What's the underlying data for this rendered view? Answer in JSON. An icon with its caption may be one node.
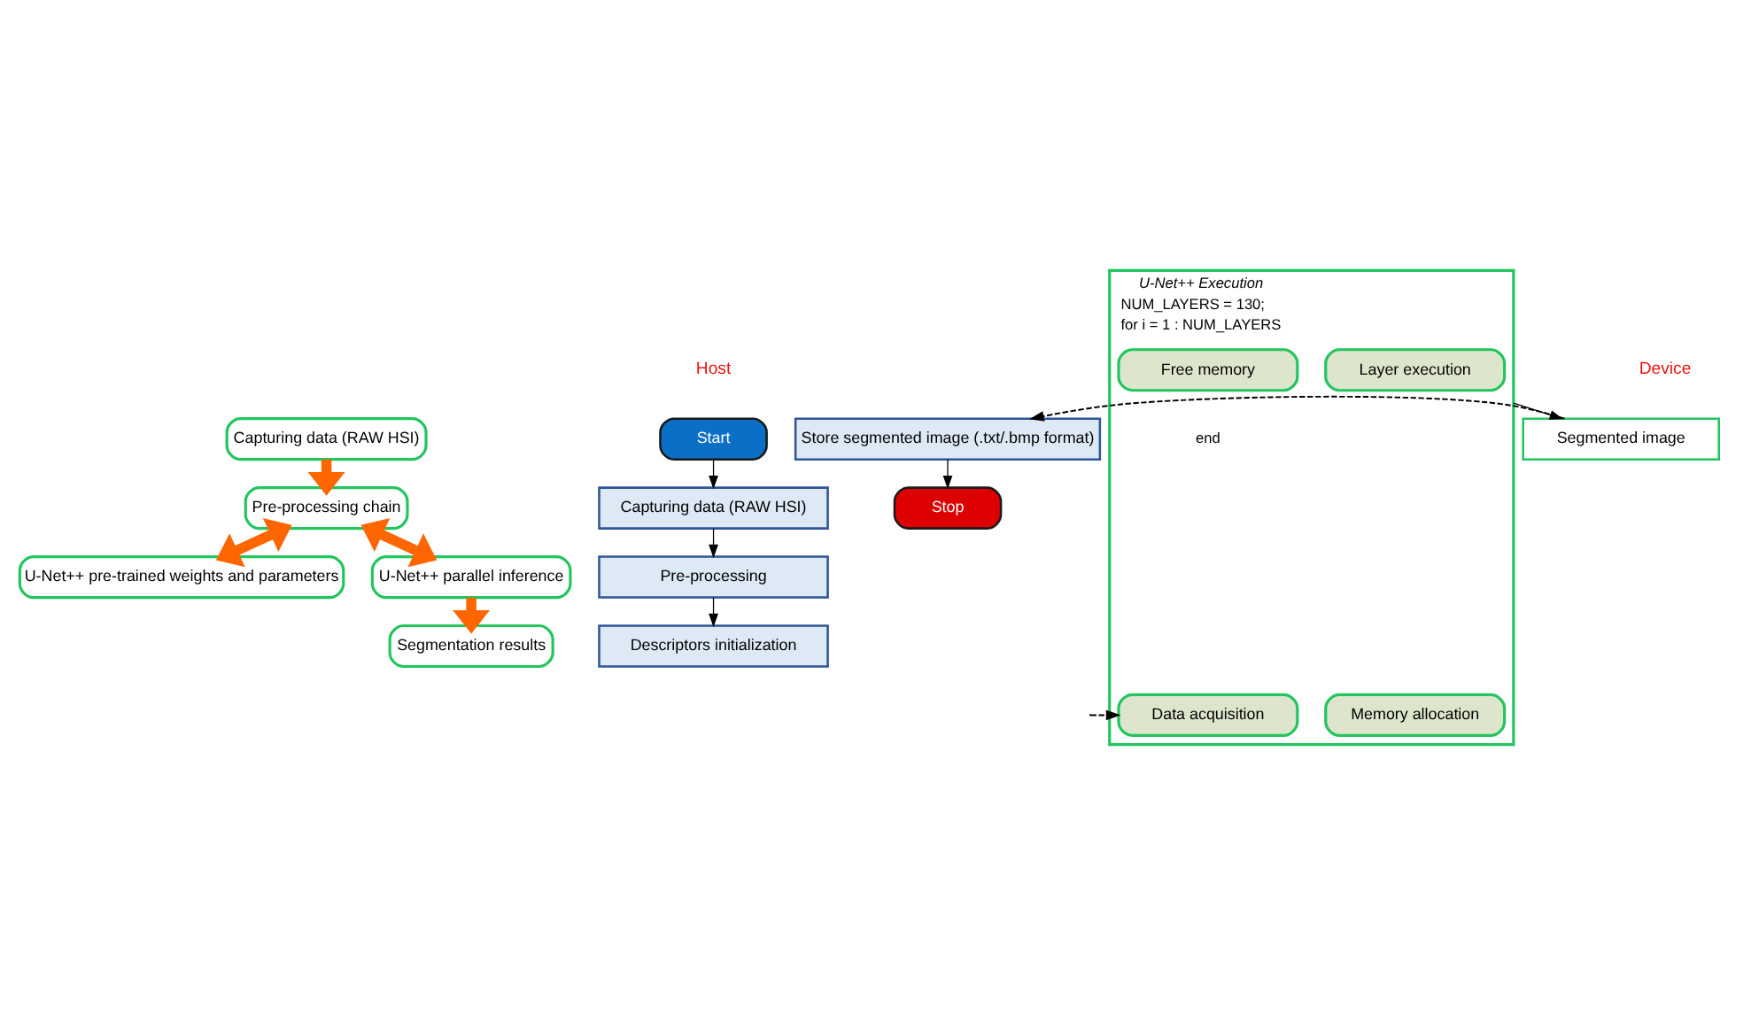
{
  "diagram": {
    "nodes": [
      {
        "text": [
          "Capturing data (RAW HSI)"
        ]
      },
      {
        "text": [
          "Pre-processing chain"
        ]
      },
      {
        "text": [
          "U-Net++ pre-trained weights and parameters"
        ]
      },
      {
        "text": [
          "U-Net++ parallel inference"
        ]
      },
      {
        "text": [
          "Segmentation results"
        ]
      },
      {
        "text": [
          "Start"
        ]
      },
      {
        "text": [
          "Capturing data (RAW HSI)"
        ]
      },
      {
        "text": [
          "Pre-processing"
        ]
      },
      {
        "text": [
          "Descriptors initialization"
        ]
      },
      {
        "text": [
          "Store segmented image (.txt/.bmp format)"
        ]
      },
      {
        "text": [
          "Stop"
        ]
      },
      {
        "text": [
          "U-Net++ Execution",
          "NUM_LAYERS = 130;",
          "for i = 1 : NUM_LAYERS",
          "end"
        ]
      },
      {
        "text": [
          "Memory allocation"
        ],
        "in": 11
      },
      {
        "text": [
          "Data acquisition"
        ],
        "in": 11
      },
      {
        "text": [
          "Layer execution"
        ],
        "in": 11
      },
      {
        "text": [
          "Free memory"
        ],
        "in": 11
      },
      {
        "text": [
          "Segmented image"
        ]
      }
    ],
    "edges": [
      {
        "from": 0,
        "to": 1,
        "arrow": "to",
        "style": "thick",
        "color": "#ff6600"
      },
      {
        "from": 1,
        "to": 3,
        "arrow": "both",
        "style": "thick",
        "color": "#ff6600"
      },
      {
        "from": 1,
        "to": 2,
        "arrow": "both",
        "style": "thick",
        "color": "#ff6600"
      },
      {
        "from": 3,
        "to": 4,
        "arrow": "to",
        "style": "thick",
        "color": "#ff6600"
      },
      {
        "from": 5,
        "to": 6,
        "arrow": "to"
      },
      {
        "from": 6,
        "to": 7,
        "arrow": "to"
      },
      {
        "from": 7,
        "to": 8,
        "arrow": "to"
      },
      {
        "from": null,
        "to": 13,
        "arrow": "to",
        "style": "dashed"
      },
      {
        "from": 11,
        "to": 16,
        "arrow": "to"
      },
      {
        "from": 16,
        "to": 9,
        "arrow": "to",
        "style": "dashed"
      },
      {
        "from": 9,
        "to": 10,
        "arrow": "to"
      }
    ],
    "labels": [
      "Host",
      "Device"
    ]
  }
}
